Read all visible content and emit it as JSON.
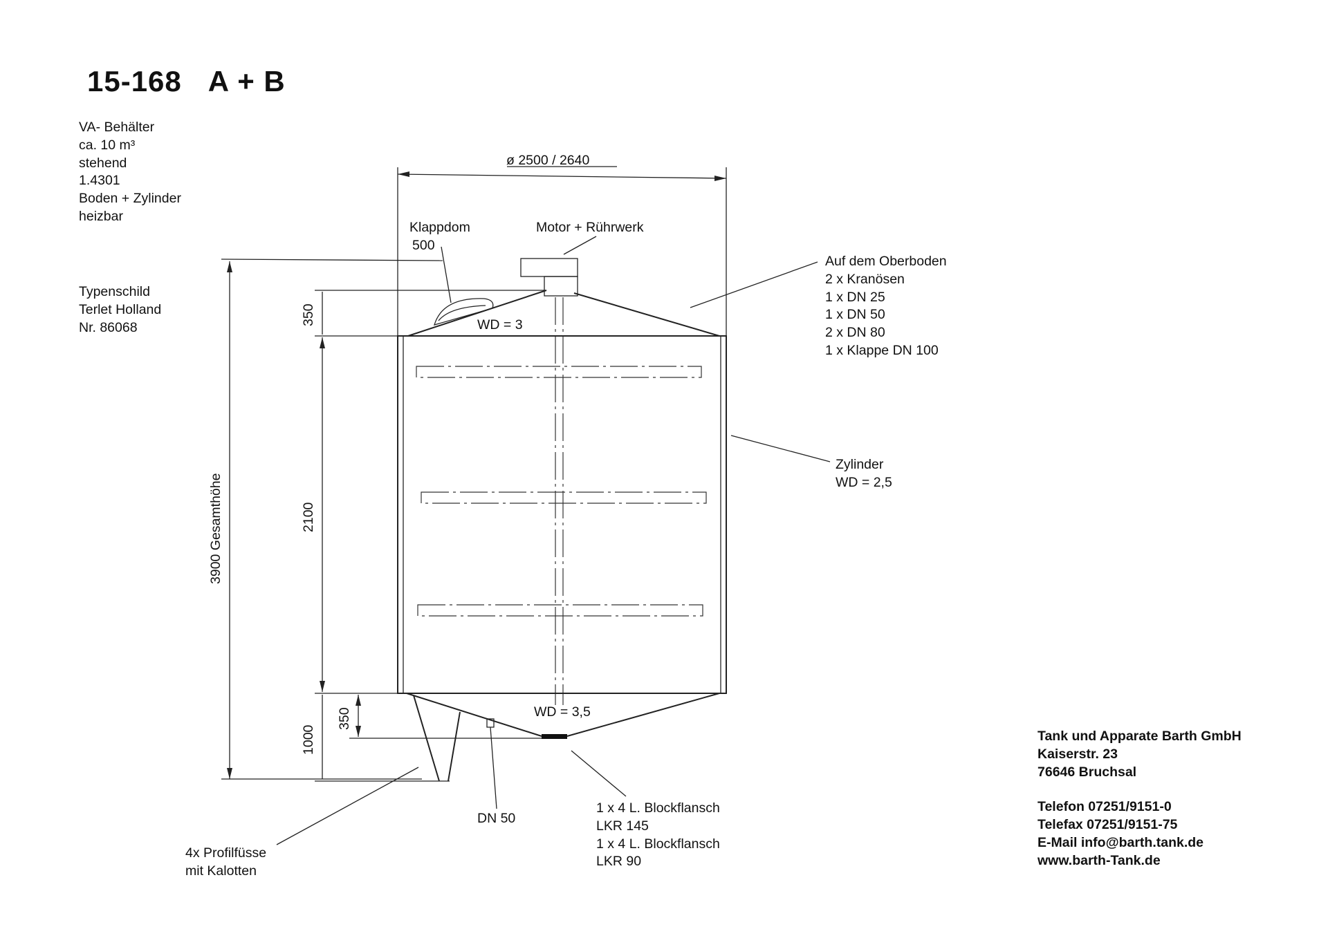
{
  "title": {
    "number": "15-168",
    "suffix": "A + B"
  },
  "spec_lines": [
    "VA- Behälter",
    "ca.  10 m³",
    "stehend",
    "1.4301",
    "Boden + Zylinder",
    "heizbar"
  ],
  "nameplate_lines": [
    "Typenschild",
    "Terlet   Holland",
    "Nr. 86068"
  ],
  "dimensions": {
    "diameter": "ø    2500 / 2640",
    "top_height": "350",
    "cylinder_height": "2100",
    "total_height": "3900 Gesamthöhe",
    "bottom_height": "1000",
    "cone_height": "350"
  },
  "labels": {
    "manhole": [
      "Klappdom",
      "500"
    ],
    "motor": "Motor + Rührwerk",
    "wd_top": "WD = 3",
    "wd_bottom": "WD = 3,5",
    "dn50": "DN 50",
    "top_bottom": [
      "Auf dem Oberboden",
      "2 x Kranösen",
      "1 x DN 25",
      "1 x DN 50",
      "2 x DN 80",
      "1 x Klappe DN 100"
    ],
    "cylinder": [
      "Zylinder",
      "WD = 2,5"
    ],
    "flange": [
      "1 x 4 L. Blockflansch",
      "LKR 145",
      "1 x 4 L. Blockflansch",
      "LKR 90"
    ],
    "feet": [
      "4x Profilfüsse",
      "mit Kalotten"
    ]
  },
  "company": {
    "lines": [
      "Tank und Apparate Barth GmbH",
      "Kaiserstr. 23",
      "76646 Bruchsal"
    ],
    "contact": [
      "Telefon 07251/9151-0",
      "Telefax 07251/9151-75",
      "E-Mail info@barth.tank.de",
      "www.barth-Tank.de"
    ]
  }
}
